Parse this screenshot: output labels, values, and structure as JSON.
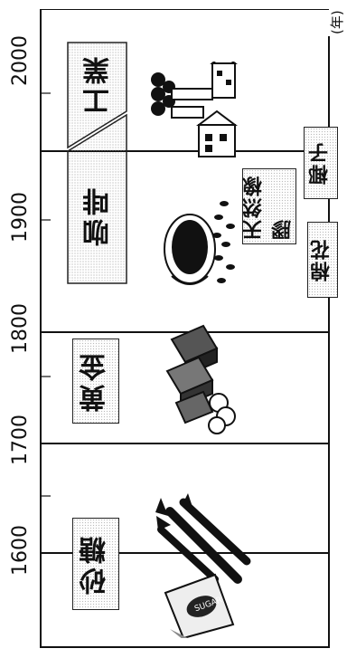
{
  "axis": {
    "unit": "(年)",
    "years": [
      "1600",
      "1700",
      "1800",
      "1900",
      "2000"
    ]
  },
  "commodities": {
    "sugar": "砂糖",
    "gold": "黄金",
    "coffee": "咖啡",
    "industry": "工業",
    "cotton": "棉花",
    "rubber": "天然橡膠",
    "coconut": "椰子"
  },
  "icons": [
    "sugarcane-sack-icon",
    "gold-bars-icon",
    "coffee-cup-icon",
    "factory-icon"
  ]
}
